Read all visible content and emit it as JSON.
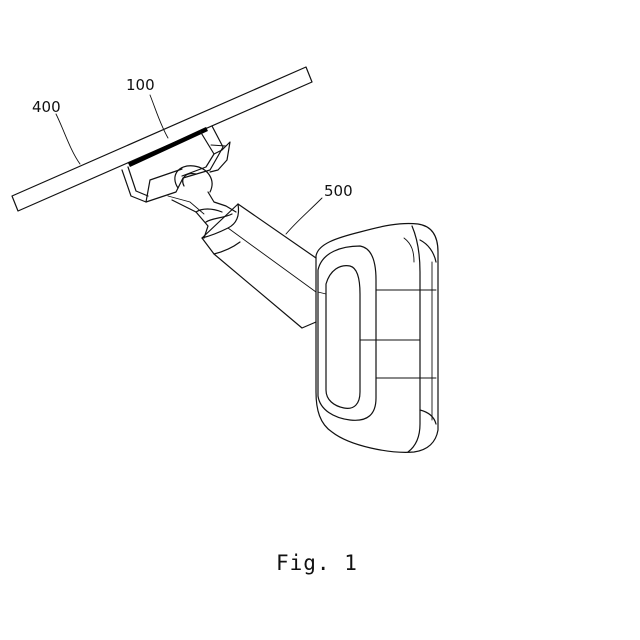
{
  "labels": {
    "panel": "400",
    "pad": "100",
    "arm": "500"
  },
  "caption": "Fig. 1"
}
